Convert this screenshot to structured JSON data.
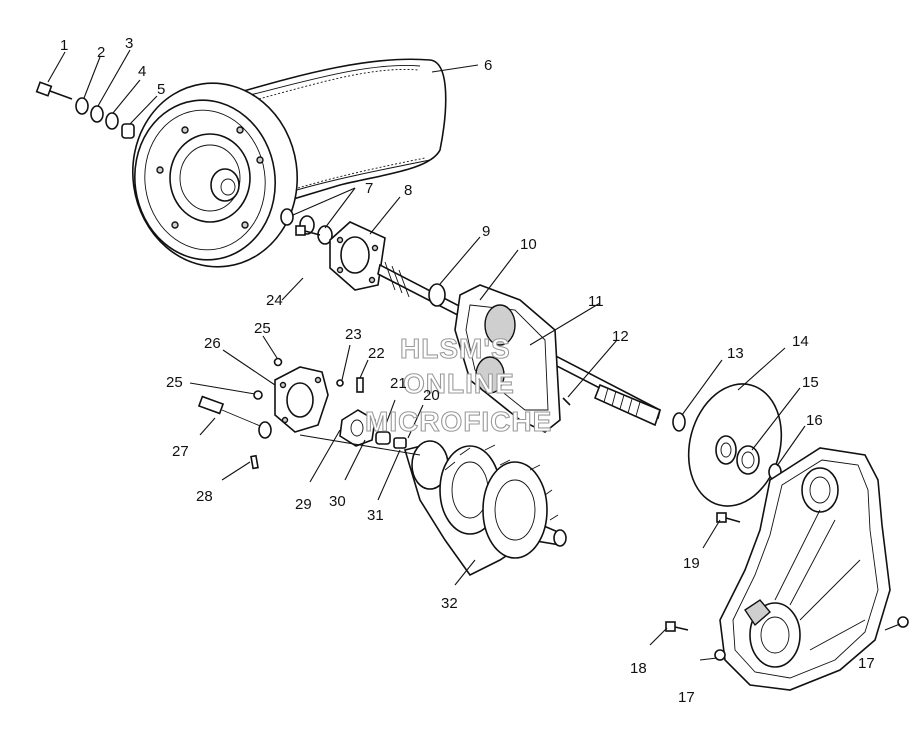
{
  "diagram": {
    "watermark": [
      "HLSM'S",
      "ONLINE",
      "MICROFICHE"
    ],
    "callouts": [
      {
        "id": "c1",
        "label": "1"
      },
      {
        "id": "c2",
        "label": "2"
      },
      {
        "id": "c3",
        "label": "3"
      },
      {
        "id": "c4",
        "label": "4"
      },
      {
        "id": "c5",
        "label": "5"
      },
      {
        "id": "c6",
        "label": "6"
      },
      {
        "id": "c7",
        "label": "7"
      },
      {
        "id": "c8",
        "label": "8"
      },
      {
        "id": "c9",
        "label": "9"
      },
      {
        "id": "c10",
        "label": "10"
      },
      {
        "id": "c11",
        "label": "11"
      },
      {
        "id": "c12",
        "label": "12"
      },
      {
        "id": "c13",
        "label": "13"
      },
      {
        "id": "c14",
        "label": "14"
      },
      {
        "id": "c15",
        "label": "15"
      },
      {
        "id": "c16",
        "label": "16"
      },
      {
        "id": "c17a",
        "label": "17"
      },
      {
        "id": "c17b",
        "label": "17"
      },
      {
        "id": "c18",
        "label": "18"
      },
      {
        "id": "c19",
        "label": "19"
      },
      {
        "id": "c20",
        "label": "20"
      },
      {
        "id": "c21",
        "label": "21"
      },
      {
        "id": "c22",
        "label": "22"
      },
      {
        "id": "c23",
        "label": "23"
      },
      {
        "id": "c24",
        "label": "24"
      },
      {
        "id": "c25a",
        "label": "25"
      },
      {
        "id": "c25b",
        "label": "25"
      },
      {
        "id": "c26",
        "label": "26"
      },
      {
        "id": "c27",
        "label": "27"
      },
      {
        "id": "c28",
        "label": "28"
      },
      {
        "id": "c29",
        "label": "29"
      },
      {
        "id": "c30",
        "label": "30"
      },
      {
        "id": "c31",
        "label": "31"
      },
      {
        "id": "c32",
        "label": "32"
      }
    ]
  }
}
